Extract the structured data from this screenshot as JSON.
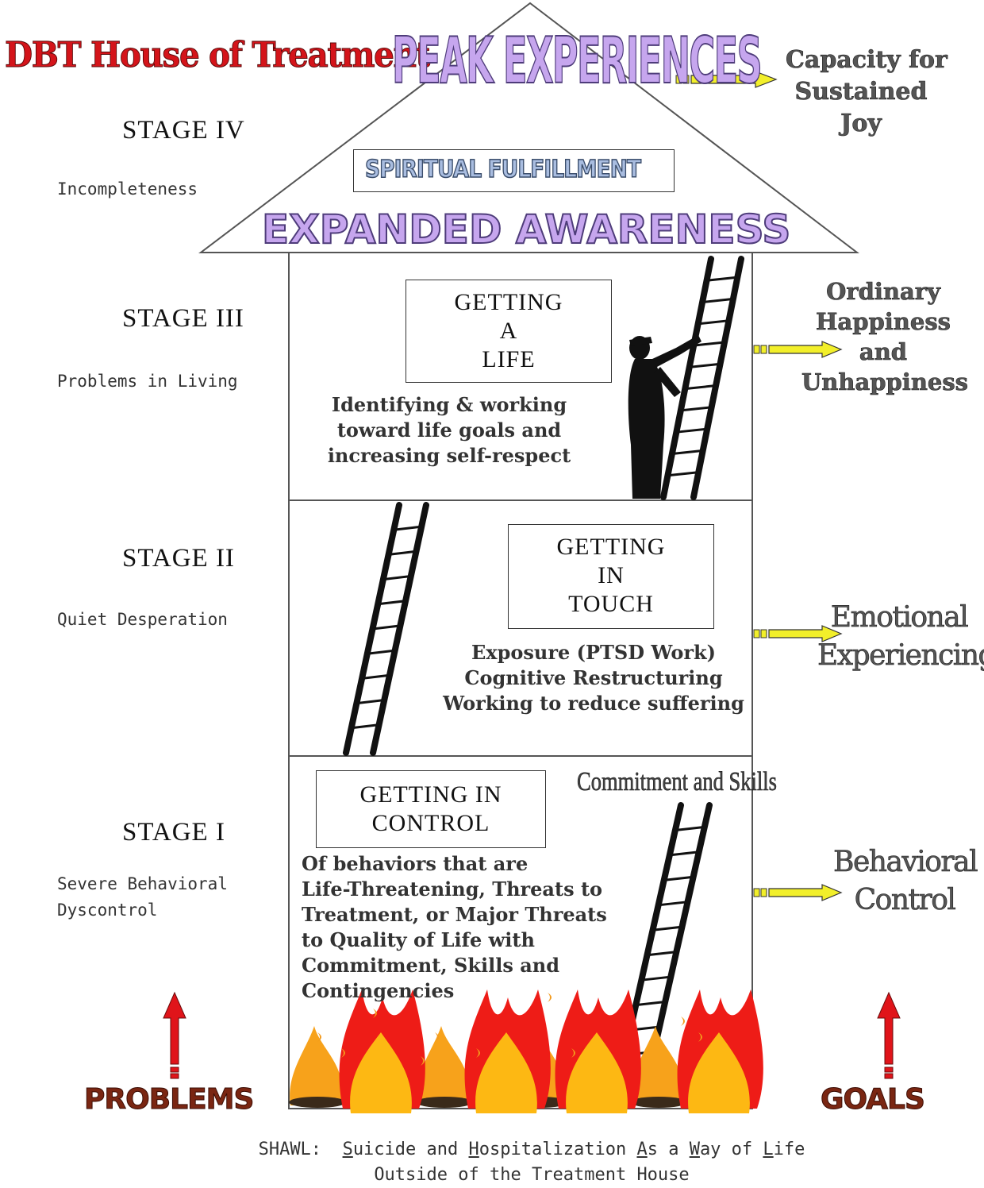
{
  "title": "DBT House of Treatment",
  "roof": {
    "peak": "PEAK EXPERIENCES",
    "spiritual": "SPIRITUAL FULFILLMENT",
    "expanded": "EXPANDED AWARENESS"
  },
  "stages": [
    {
      "name": "STAGE IV",
      "description": "Incompleteness",
      "outcome": [
        "Capacity for",
        "Sustained",
        "Joy"
      ]
    },
    {
      "name": "STAGE III",
      "description": "Problems in Living",
      "box": [
        "GETTING",
        "A",
        "LIFE"
      ],
      "details": [
        "Identifying & working",
        "toward life goals and",
        "increasing self-respect"
      ],
      "outcome": [
        "Ordinary",
        "Happiness",
        "and",
        "Unhappiness"
      ]
    },
    {
      "name": "STAGE II",
      "description": "Quiet Desperation",
      "box": [
        "GETTING",
        "IN",
        "TOUCH"
      ],
      "details": [
        "Exposure (PTSD Work)",
        "Cognitive Restructuring",
        "Working to reduce suffering"
      ],
      "outcome": [
        "Emotional",
        "Experiencing"
      ]
    },
    {
      "name": "STAGE I",
      "description_lines": [
        "Severe Behavioral",
        "Dyscontrol"
      ],
      "box": [
        "GETTING IN",
        "CONTROL"
      ],
      "details": [
        "Of behaviors that are",
        "Life-Threatening, Threats to",
        "Treatment, or Major Threats",
        "to Quality of Life with",
        "Commitment, Skills and",
        "Contingencies"
      ],
      "ladder_label": "Commitment and Skills",
      "outcome": [
        "Behavioral",
        "Control"
      ]
    }
  ],
  "problems_label": "PROBLEMS",
  "goals_label": "GOALS",
  "footer": {
    "prefix": "SHAWL:",
    "words": [
      {
        "first": "S",
        "rest": "uicide and "
      },
      {
        "first": "H",
        "rest": "ospitalization "
      },
      {
        "first": "A",
        "rest": "s a "
      },
      {
        "first": "W",
        "rest": "ay of "
      },
      {
        "first": "L",
        "rest": "ife"
      }
    ],
    "line2": "Outside of the Treatment House"
  },
  "icons": {
    "outcome_arrow": "yellow-right-arrow",
    "direction_arrow": "red-up-arrow",
    "ladder": "ladder",
    "climber": "person-climbing-silhouette",
    "fire": "flames"
  },
  "colors": {
    "title": "#d4141a",
    "roof_text": "#c6a6ee",
    "spiritual_text": "#a9bde0",
    "outcome_arrow": "#f2ef2a",
    "red_arrow": "#e0141a",
    "labels": "#7a2612",
    "flame_outer": "#ee1c17",
    "flame_inner": "#fdb813"
  }
}
